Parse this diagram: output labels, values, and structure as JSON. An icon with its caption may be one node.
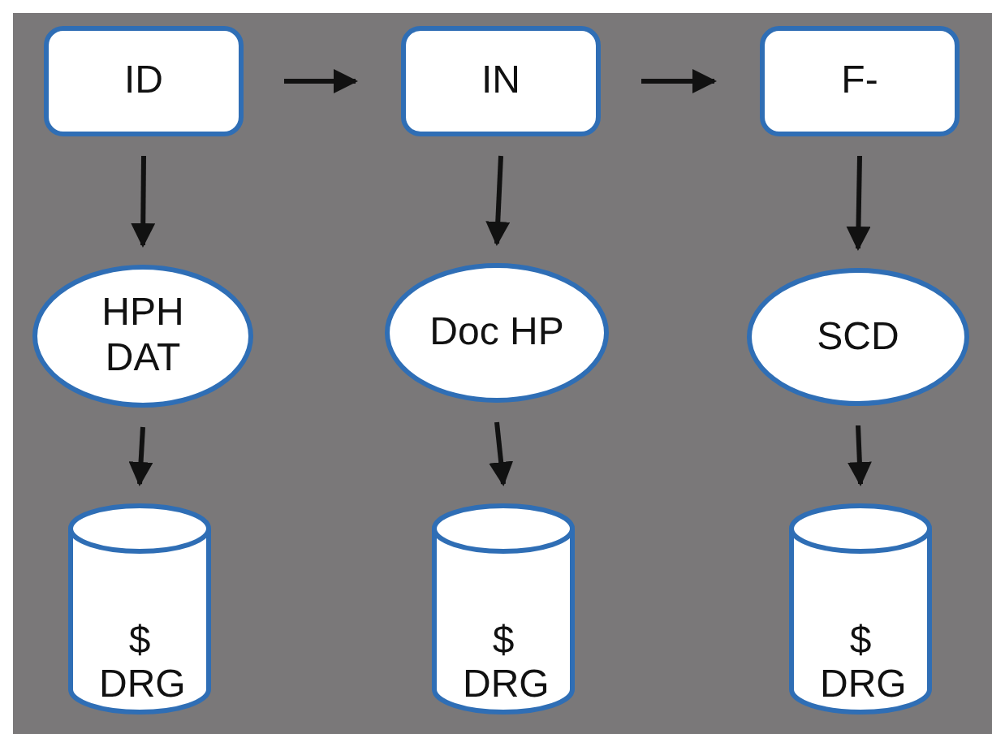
{
  "diagram": {
    "nodes": [
      {
        "text": [
          "ID"
        ]
      },
      {
        "text": [
          "IN"
        ]
      },
      {
        "text": [
          "F-"
        ]
      },
      {
        "text": [
          "HPH DAT"
        ]
      },
      {
        "text": [
          "Doc HP"
        ]
      },
      {
        "text": [
          "SCD"
        ]
      },
      {
        "text": [
          "$ DRG"
        ]
      },
      {
        "text": [
          "$ DRG"
        ]
      },
      {
        "text": [
          "$ DRG"
        ]
      }
    ],
    "edges": [
      {
        "from": 0,
        "to": 1,
        "arrow": "to"
      },
      {
        "from": 1,
        "to": 2,
        "arrow": "to"
      },
      {
        "from": 0,
        "to": 3,
        "arrow": "to"
      },
      {
        "from": 1,
        "to": 4,
        "arrow": "to"
      },
      {
        "from": 2,
        "to": 5,
        "arrow": "to"
      },
      {
        "from": 3,
        "to": 6,
        "arrow": "to"
      },
      {
        "from": 4,
        "to": 7,
        "arrow": "to"
      },
      {
        "from": 5,
        "to": 8,
        "arrow": "to"
      }
    ]
  }
}
